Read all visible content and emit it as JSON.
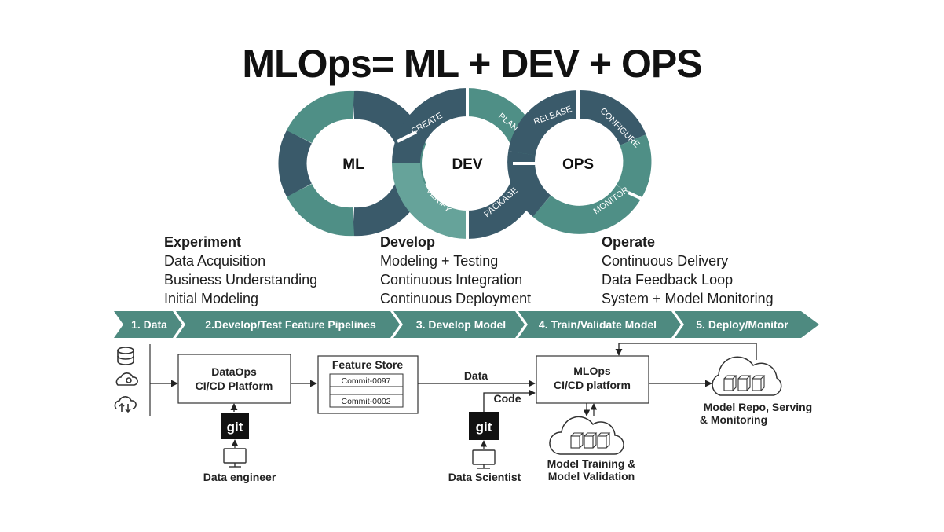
{
  "title": "MLOps= ML + DEV + OPS",
  "loops": {
    "ml": "ML",
    "dev": "DEV",
    "ops": "OPS",
    "arc_labels": [
      "CREATE",
      "PLAN",
      "VERIFY",
      "PACKAGE",
      "RELEASE",
      "CONFIGURE",
      "MONITOR"
    ]
  },
  "columns": [
    {
      "heading": "Experiment",
      "items": [
        "Data Acquisition",
        "Business Understanding",
        "Initial Modeling"
      ]
    },
    {
      "heading": "Develop",
      "items": [
        "Modeling + Testing",
        "Continuous Integration",
        "Continuous Deployment"
      ]
    },
    {
      "heading": "Operate",
      "items": [
        "Continuous Delivery",
        "Data Feedback Loop",
        "System + Model Monitoring"
      ]
    }
  ],
  "stages": [
    "1. Data",
    "2.Develop/Test Feature Pipelines",
    "3. Develop Model",
    "4. Train/Validate Model",
    "5. Deploy/Monitor"
  ],
  "flow": {
    "dataops": [
      "DataOps",
      "CI/CD Platform"
    ],
    "feature_store": "Feature Store",
    "commits": [
      "Commit-0097",
      "Commit-0002"
    ],
    "data_label": "Data",
    "code_label": "Code",
    "mlops": [
      "MLOps",
      "CI/CD platform"
    ],
    "git": "git",
    "data_engineer": "Data engineer",
    "data_scientist": "Data Scientist",
    "training": [
      "Model Training &",
      "Model Validation"
    ],
    "repo": [
      "Model Repo, Serving",
      "& Monitoring"
    ]
  },
  "colors": {
    "dark": "#3a5a6a",
    "teal": "#4f8f86",
    "light_teal": "#66a39a",
    "banner": "#4e8a80"
  }
}
